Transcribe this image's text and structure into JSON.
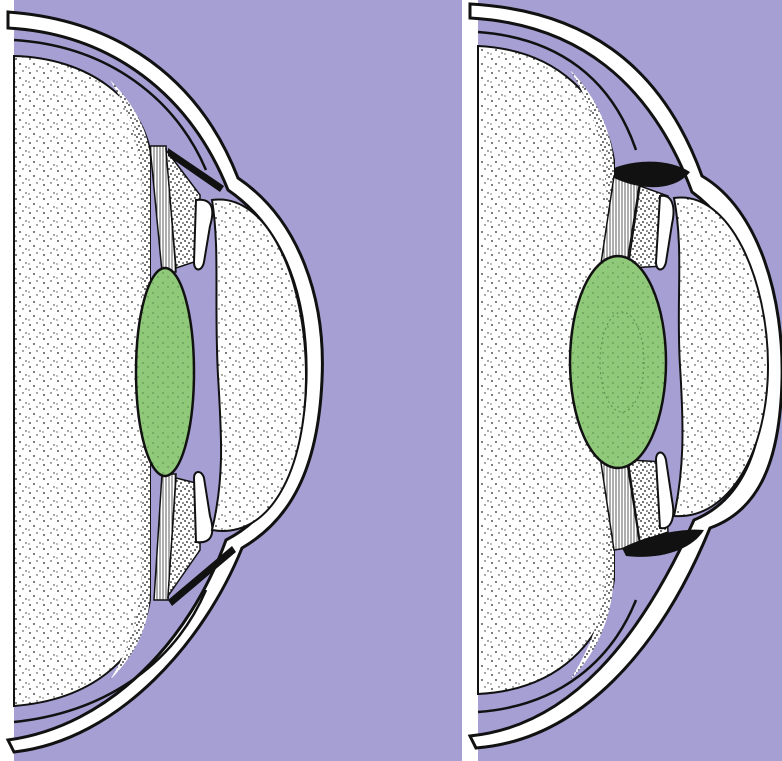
{
  "figure": {
    "panels": [
      {
        "id": "left",
        "accommodation": "distant-vision",
        "lens_shape": "thin-flattened"
      },
      {
        "id": "right",
        "accommodation": "near-vision",
        "lens_shape": "thick-rounded"
      }
    ],
    "colors": {
      "background": "#a59fd4",
      "tissue": "#ffffff",
      "outline": "#111111",
      "lens": "#8fc979",
      "muscle": "#111111"
    }
  }
}
